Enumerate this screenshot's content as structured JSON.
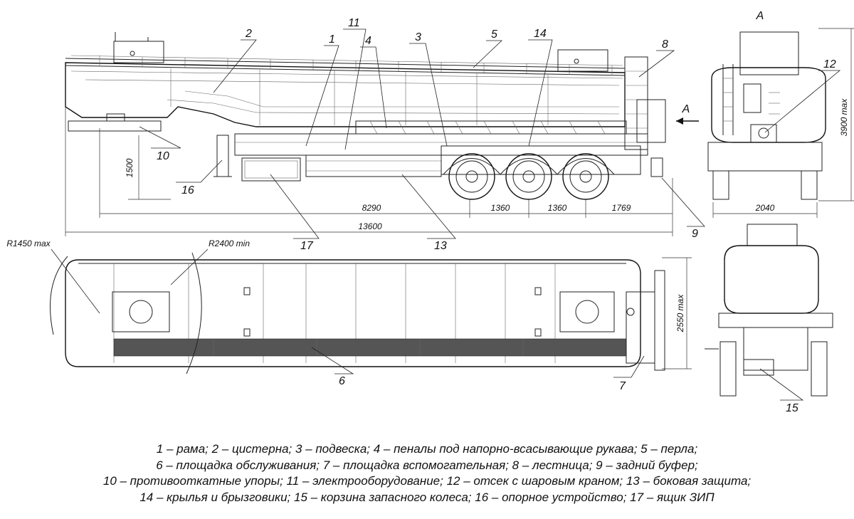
{
  "callouts": [
    "1",
    "2",
    "3",
    "4",
    "5",
    "6",
    "7",
    "8",
    "9",
    "10",
    "11",
    "12",
    "13",
    "14",
    "15",
    "16",
    "17"
  ],
  "view_marks": {
    "section": "A",
    "arrow": "A"
  },
  "dimensions": {
    "overall_length": "13600",
    "wheelbase_front": "8290",
    "axle_spacing_1": "1360",
    "axle_spacing_2": "1360",
    "rear_overhang": "1769",
    "support_height": "1500",
    "max_height": "3900 max",
    "track": "2040",
    "max_width": "2550 max",
    "turn_radius_front": "R1450 max",
    "turn_radius_min": "R2400 min"
  },
  "legend": [
    "1 – рама; 2 – цистерна; 3 – подвеска; 4 – пеналы под напорно-всасывающие рукава; 5 – перла;",
    "6 – площадка обслуживания; 7 – площадка вспомогательная; 8 – лестница; 9 – задний буфер;",
    "10 – противооткатные упоры; 11 – электрооборудование; 12 – отсек с шаровым краном; 13 – боковая защита;",
    "14 – крылья и брызговики; 15 – корзина запасного колеса; 16 – опорное устройство; 17 – ящик ЗИП"
  ]
}
